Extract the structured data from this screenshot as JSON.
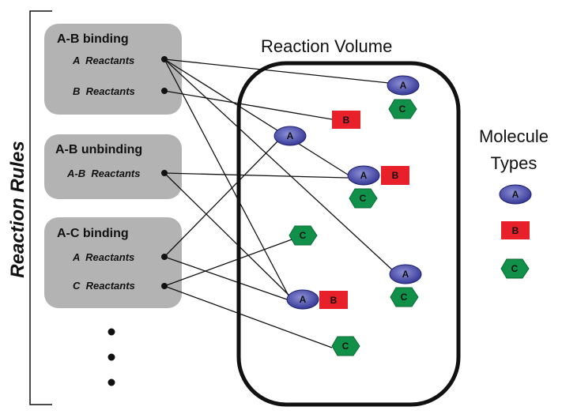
{
  "side_label": "Reaction Rules",
  "volume_label": "Reaction Volume",
  "types_label": [
    "Molecule",
    "Types"
  ],
  "rules": [
    {
      "title": "A-B binding",
      "reactants": [
        "A  Reactants",
        "B  Reactants"
      ]
    },
    {
      "title": "A-B unbinding",
      "reactants": [
        "A-B  Reactants"
      ]
    },
    {
      "title": "A-C binding",
      "reactants": [
        "A  Reactants",
        "C  Reactants"
      ]
    }
  ],
  "molecule_letters": {
    "A": "A",
    "B": "B",
    "C": "C"
  },
  "colors": {
    "A": "#3d3f9e",
    "B": "#e8202a",
    "C": "#11904a",
    "rule_box": "#b3b3b3"
  }
}
